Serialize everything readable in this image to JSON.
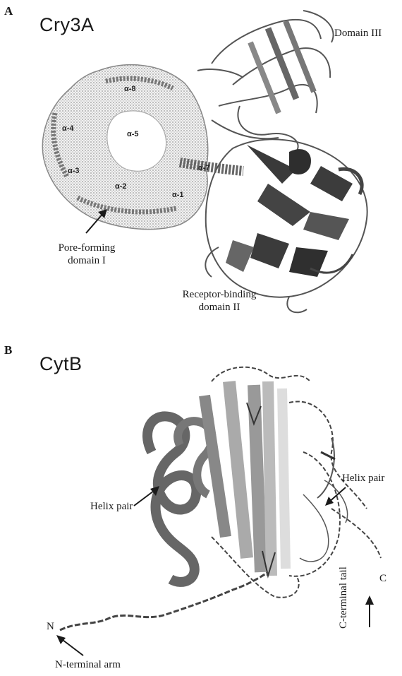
{
  "panel_a": {
    "letter": "A",
    "title": "Cry3A",
    "domain3": "Domain III",
    "helices": [
      "α-8",
      "α-4",
      "α-5",
      "α-3",
      "α-2",
      "α-7",
      "α-1"
    ],
    "pore_line1": "Pore-forming",
    "pore_line2": "domain I",
    "receptor_line1": "Receptor-binding",
    "receptor_line2": "domain II"
  },
  "panel_b": {
    "letter": "B",
    "title": "CytB",
    "helix_pair_left": "Helix pair",
    "helix_pair_right": "Helix pair",
    "n_label": "N",
    "c_label": "C",
    "n_arm": "N-terminal arm",
    "c_tail": "C-terminal tail"
  }
}
